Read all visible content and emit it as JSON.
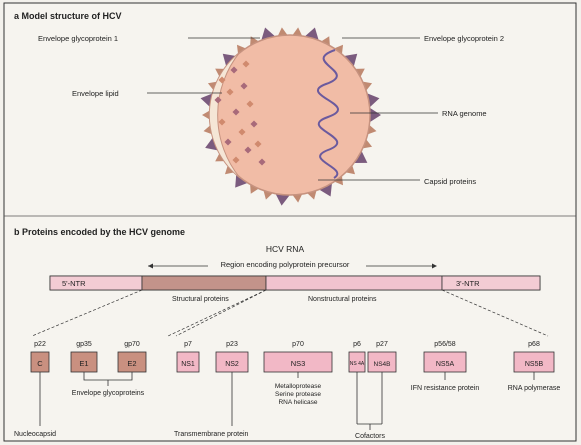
{
  "panel_a": {
    "heading": "a  Model structure of HCV",
    "labels": {
      "envelope_glyco_1": "Envelope glycoprotein 1",
      "envelope_glyco_2": "Envelope glycoprotein 2",
      "envelope_lipid": "Envelope lipid",
      "rna_genome": "RNA genome",
      "capsid": "Capsid proteins"
    }
  },
  "panel_b": {
    "heading": "b  Proteins encoded by the HCV genome",
    "rna_title": "HCV RNA",
    "orf_label": "Region encoding polyprotein precursor",
    "utr5": "5'-NTR",
    "utr3": "3'-NTR",
    "structural": "Structural proteins",
    "nonstructural": "Nonstructural proteins",
    "proteins": [
      {
        "mass": "p22",
        "name": "C"
      },
      {
        "mass": "gp35",
        "name": "E1"
      },
      {
        "mass": "gp70",
        "name": "E2"
      },
      {
        "mass": "p7",
        "name": "NS1"
      },
      {
        "mass": "p23",
        "name": "NS2"
      },
      {
        "mass": "p70",
        "name": "NS3"
      },
      {
        "mass": "p6",
        "name": "NS 4A"
      },
      {
        "mass": "p27",
        "name": "NS4B"
      },
      {
        "mass": "p56/58",
        "name": "NS5A"
      },
      {
        "mass": "p68",
        "name": "NS5B"
      }
    ],
    "captions": {
      "envelope": "Envelope glycoproteins",
      "ns3": "Metalloprotease Serine protease RNA helicase",
      "ns5a": "IFN resistance protein",
      "ns5b": "RNA polymerase",
      "nucleocapsid": "Nucleocapsid",
      "transmembrane": "Transmembrane protein",
      "cofactors": "Cofactors"
    }
  },
  "colors": {
    "virion_fill": "#f1bca6",
    "structural_box": "#c99080",
    "nonstructural_box": "#f2b8c6",
    "spike": "#7b5b7e",
    "lipid_dots": "#a86a7a"
  }
}
